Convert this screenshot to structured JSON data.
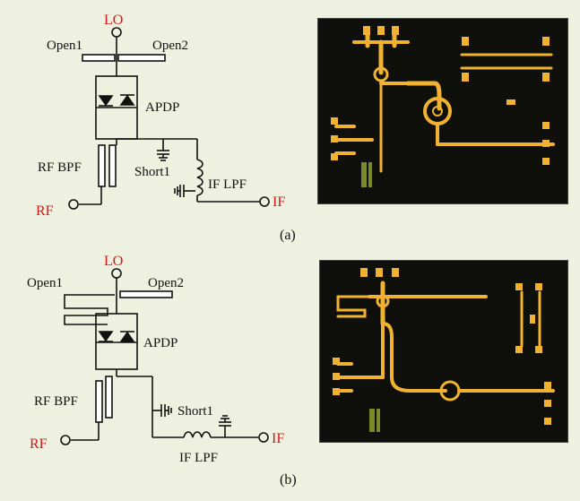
{
  "figure": {
    "background": "#eef1e0",
    "colors": {
      "port_label": "#d41818",
      "wire": "#111111",
      "trace": "#f1b232",
      "chip": "#0f100b"
    },
    "panel_a": {
      "caption": "(a)",
      "labels": {
        "lo": "LO",
        "open1": "Open1",
        "open2": "Open2",
        "apdp": "APDP",
        "rf_bpf": "RF BPF",
        "short1": "Short1",
        "if_lpf": "IF LPF",
        "rf": "RF",
        "if": "IF"
      },
      "photo": {
        "description_icon": "chip-micrograph"
      }
    },
    "panel_b": {
      "caption": "(b)",
      "labels": {
        "lo": "LO",
        "open1": "Open1",
        "open2": "Open2",
        "apdp": "APDP",
        "rf_bpf": "RF BPF",
        "short1": "Short1",
        "if_lpf": "IF LPF",
        "rf": "RF",
        "if": "IF"
      },
      "photo": {
        "description_icon": "chip-micrograph"
      }
    }
  }
}
